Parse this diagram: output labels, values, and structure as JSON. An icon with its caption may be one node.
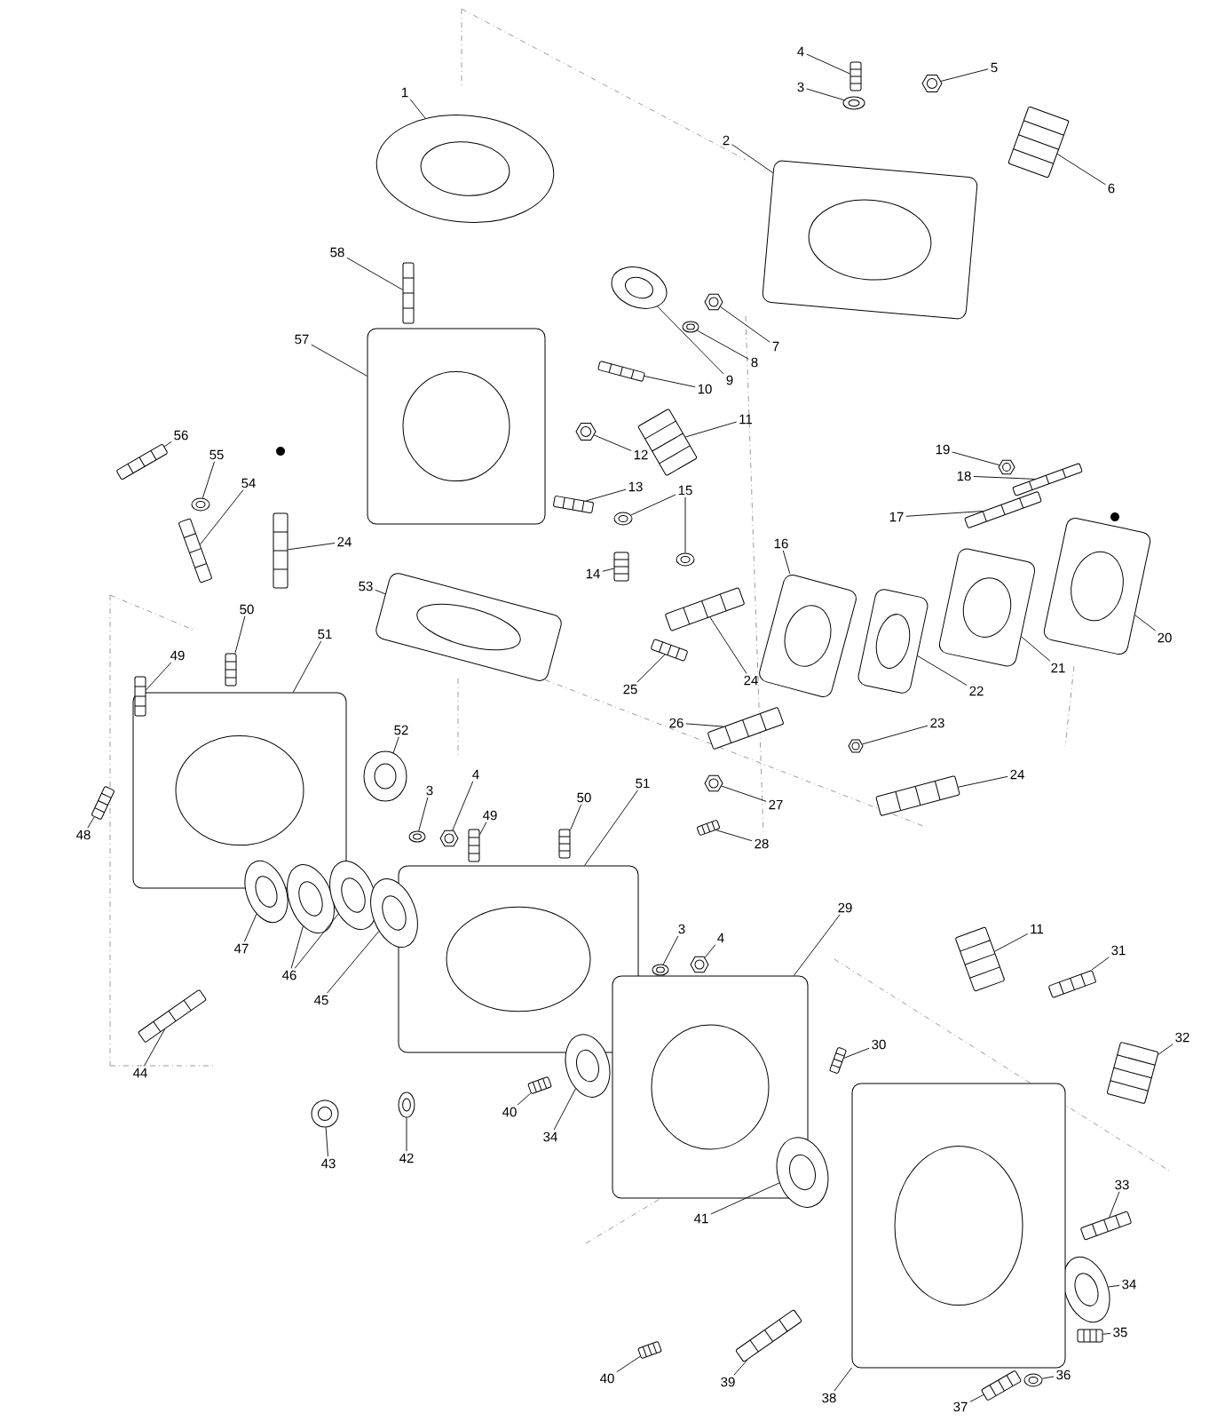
{
  "diagram": {
    "nodes": [
      {
        "text": [
          "4"
        ]
      },
      {
        "text": [
          "5"
        ]
      },
      {
        "text": [
          "3"
        ]
      },
      {
        "text": [
          "1"
        ]
      },
      {
        "text": [
          "2"
        ]
      },
      {
        "text": [
          "6"
        ]
      },
      {
        "text": [
          "58"
        ]
      },
      {
        "text": [
          "57"
        ]
      },
      {
        "text": [
          "7"
        ]
      },
      {
        "text": [
          "8"
        ]
      },
      {
        "text": [
          "9"
        ]
      },
      {
        "text": [
          "10"
        ]
      },
      {
        "text": [
          "11"
        ]
      },
      {
        "text": [
          "56"
        ]
      },
      {
        "text": [
          "19"
        ]
      },
      {
        "text": [
          "55"
        ]
      },
      {
        "text": [
          "12"
        ]
      },
      {
        "text": [
          "18"
        ]
      },
      {
        "text": [
          "54"
        ]
      },
      {
        "text": [
          "13"
        ]
      },
      {
        "text": [
          "15"
        ]
      },
      {
        "text": [
          "17"
        ]
      },
      {
        "text": [
          "24"
        ]
      },
      {
        "text": [
          "16"
        ]
      },
      {
        "text": [
          "14"
        ]
      },
      {
        "text": [
          "53"
        ]
      },
      {
        "text": [
          "50"
        ]
      },
      {
        "text": [
          "51"
        ]
      },
      {
        "text": [
          "20"
        ]
      },
      {
        "text": [
          "49"
        ]
      },
      {
        "text": [
          "21"
        ]
      },
      {
        "text": [
          "24"
        ]
      },
      {
        "text": [
          "25"
        ]
      },
      {
        "text": [
          "22"
        ]
      },
      {
        "text": [
          "26"
        ]
      },
      {
        "text": [
          "23"
        ]
      },
      {
        "text": [
          "52"
        ]
      },
      {
        "text": [
          "24"
        ]
      },
      {
        "text": [
          "4"
        ]
      },
      {
        "text": [
          "51"
        ]
      },
      {
        "text": [
          "3"
        ]
      },
      {
        "text": [
          "50"
        ]
      },
      {
        "text": [
          "27"
        ]
      },
      {
        "text": [
          "49"
        ]
      },
      {
        "text": [
          "48"
        ]
      },
      {
        "text": [
          "28"
        ]
      },
      {
        "text": [
          "29"
        ]
      },
      {
        "text": [
          "3"
        ]
      },
      {
        "text": [
          "4"
        ]
      },
      {
        "text": [
          "11"
        ]
      },
      {
        "text": [
          "47"
        ]
      },
      {
        "text": [
          "31"
        ]
      },
      {
        "text": [
          "46"
        ]
      },
      {
        "text": [
          "45"
        ]
      },
      {
        "text": [
          "32"
        ]
      },
      {
        "text": [
          "30"
        ]
      },
      {
        "text": [
          "44"
        ]
      },
      {
        "text": [
          "40"
        ]
      },
      {
        "text": [
          "34"
        ]
      },
      {
        "text": [
          "42"
        ]
      },
      {
        "text": [
          "43"
        ]
      },
      {
        "text": [
          "33"
        ]
      },
      {
        "text": [
          "41"
        ]
      },
      {
        "text": [
          "34"
        ]
      },
      {
        "text": [
          "35"
        ]
      },
      {
        "text": [
          "36"
        ]
      },
      {
        "text": [
          "40"
        ]
      },
      {
        "text": [
          "39"
        ]
      },
      {
        "text": [
          "38"
        ]
      },
      {
        "text": [
          "37"
        ]
      },
      {
        "text": [],
        "shape": "picture"
      },
      {
        "text": [],
        "shape": "picture"
      },
      {
        "text": [],
        "shape": "picture"
      },
      {
        "text": [],
        "shape": "picture"
      },
      {
        "text": [],
        "shape": "picture"
      },
      {
        "text": [],
        "shape": "picture"
      },
      {
        "text": [],
        "shape": "picture"
      },
      {
        "text": [],
        "shape": "picture"
      },
      {
        "text": [],
        "shape": "picture"
      },
      {
        "text": [],
        "shape": "picture"
      },
      {
        "text": [],
        "shape": "picture"
      },
      {
        "text": [],
        "shape": "picture"
      },
      {
        "text": [],
        "shape": "picture"
      },
      {
        "text": [],
        "shape": "picture"
      },
      {
        "text": [],
        "shape": "picture"
      },
      {
        "text": [],
        "shape": "picture"
      },
      {
        "text": [],
        "shape": "picture"
      },
      {
        "text": [],
        "shape": "picture"
      },
      {
        "text": [],
        "shape": "picture"
      },
      {
        "text": [],
        "shape": "picture"
      },
      {
        "text": [],
        "shape": "picture"
      },
      {
        "text": [],
        "shape": "picture"
      },
      {
        "text": [],
        "shape": "picture"
      },
      {
        "text": [],
        "shape": "picture"
      },
      {
        "text": [],
        "shape": "picture"
      },
      {
        "text": [],
        "shape": "picture"
      },
      {
        "text": [],
        "shape": "picture"
      },
      {
        "text": [],
        "shape": "picture"
      },
      {
        "text": [],
        "shape": "picture"
      },
      {
        "text": [],
        "shape": "picture"
      },
      {
        "text": [],
        "shape": "picture"
      },
      {
        "text": [],
        "shape": "picture"
      },
      {
        "text": [],
        "shape": "picture"
      },
      {
        "text": [],
        "shape": "picture"
      },
      {
        "text": [],
        "shape": "picture"
      },
      {
        "text": [],
        "shape": "picture"
      },
      {
        "text": [],
        "shape": "picture"
      },
      {
        "text": [],
        "shape": "picture"
      },
      {
        "text": [],
        "shape": "picture"
      },
      {
        "text": [],
        "shape": "picture"
      },
      {
        "text": [],
        "shape": "picture"
      },
      {
        "text": [],
        "shape": "picture"
      },
      {
        "text": [],
        "shape": "picture"
      },
      {
        "text": [],
        "shape": "picture"
      },
      {
        "text": [],
        "shape": "picture"
      },
      {
        "text": [],
        "shape": "picture"
      },
      {
        "text": [],
        "shape": "picture"
      },
      {
        "text": [],
        "shape": "picture"
      },
      {
        "text": [],
        "shape": "picture"
      },
      {
        "text": [],
        "shape": "picture"
      },
      {
        "text": [],
        "shape": "picture"
      },
      {
        "text": [],
        "shape": "picture"
      },
      {
        "text": [],
        "shape": "picture"
      },
      {
        "text": [],
        "shape": "picture"
      },
      {
        "text": [],
        "shape": "picture"
      },
      {
        "text": [],
        "shape": "picture"
      },
      {
        "text": [],
        "shape": "picture"
      },
      {
        "text": [],
        "shape": "picture"
      },
      {
        "text": [],
        "shape": "picture"
      },
      {
        "text": [],
        "shape": "picture"
      },
      {
        "text": [],
        "shape": "picture"
      },
      {
        "text": [],
        "shape": "picture"
      },
      {
        "text": [],
        "shape": "picture"
      },
      {
        "text": [],
        "shape": "picture"
      },
      {
        "text": [],
        "shape": "picture"
      },
      {
        "text": [],
        "shape": "picture"
      },
      {
        "text": [],
        "shape": "picture"
      },
      {
        "text": [],
        "shape": "picture"
      },
      {
        "text": [],
        "shape": "picture"
      },
      {
        "text": [],
        "shape": "picture"
      },
      {
        "text": [],
        "shape": "picture"
      },
      {
        "text": [],
        "shape": "picture"
      }
    ],
    "edges": [
      {
        "from": 0,
        "to": 70,
        "arrow": "none"
      },
      {
        "from": 1,
        "to": 71,
        "arrow": "none"
      },
      {
        "from": 2,
        "to": 72,
        "arrow": "none"
      },
      {
        "from": 3,
        "to": 73,
        "arrow": "none"
      },
      {
        "from": 4,
        "to": 74,
        "arrow": "none"
      },
      {
        "from": 5,
        "to": 75,
        "arrow": "none"
      },
      {
        "from": 6,
        "to": 76,
        "arrow": "none"
      },
      {
        "from": 7,
        "to": 77,
        "arrow": "none"
      },
      {
        "from": 8,
        "to": 78,
        "arrow": "none"
      },
      {
        "from": 9,
        "to": 79,
        "arrow": "none"
      },
      {
        "from": 10,
        "to": 80,
        "arrow": "none"
      },
      {
        "from": 11,
        "to": 81,
        "arrow": "none"
      },
      {
        "from": 12,
        "to": 82,
        "arrow": "none"
      },
      {
        "from": 13,
        "to": 83,
        "arrow": "none"
      },
      {
        "from": 14,
        "to": 84,
        "arrow": "none"
      },
      {
        "from": 15,
        "to": 85,
        "arrow": "none"
      },
      {
        "from": 16,
        "to": 86,
        "arrow": "none"
      },
      {
        "from": 17,
        "to": 87,
        "arrow": "none"
      },
      {
        "from": 18,
        "to": 88,
        "arrow": "none"
      },
      {
        "from": 19,
        "to": 89,
        "arrow": "none"
      },
      {
        "from": 20,
        "to": 90,
        "arrow": "none"
      },
      {
        "from": 20,
        "to": 91,
        "arrow": "none"
      },
      {
        "from": 21,
        "to": 92,
        "arrow": "none"
      },
      {
        "from": 22,
        "to": 93,
        "arrow": "none"
      },
      {
        "from": 23,
        "to": 94,
        "arrow": "none"
      },
      {
        "from": 24,
        "to": 95,
        "arrow": "none"
      },
      {
        "from": 25,
        "to": 96,
        "arrow": "none"
      },
      {
        "from": 26,
        "to": 97,
        "arrow": "none"
      },
      {
        "from": 27,
        "to": 98,
        "arrow": "none"
      },
      {
        "from": 28,
        "to": 99,
        "arrow": "none"
      },
      {
        "from": 29,
        "to": 100,
        "arrow": "none"
      },
      {
        "from": 30,
        "to": 101,
        "arrow": "none"
      },
      {
        "from": 31,
        "to": 102,
        "arrow": "none"
      },
      {
        "from": 32,
        "to": 103,
        "arrow": "none"
      },
      {
        "from": 33,
        "to": 104,
        "arrow": "none"
      },
      {
        "from": 34,
        "to": 105,
        "arrow": "none"
      },
      {
        "from": 35,
        "to": 106,
        "arrow": "none"
      },
      {
        "from": 36,
        "to": 107,
        "arrow": "none"
      },
      {
        "from": 37,
        "to": 108,
        "arrow": "none"
      },
      {
        "from": 38,
        "to": 109,
        "arrow": "none"
      },
      {
        "from": 39,
        "to": 110,
        "arrow": "none"
      },
      {
        "from": 40,
        "to": 111,
        "arrow": "none"
      },
      {
        "from": 41,
        "to": 112,
        "arrow": "none"
      },
      {
        "from": 42,
        "to": 113,
        "arrow": "none"
      },
      {
        "from": 43,
        "to": 114,
        "arrow": "none"
      },
      {
        "from": 44,
        "to": 115,
        "arrow": "none"
      },
      {
        "from": 45,
        "to": 116,
        "arrow": "none"
      },
      {
        "from": 46,
        "to": 117,
        "arrow": "none"
      },
      {
        "from": 47,
        "to": 118,
        "arrow": "none"
      },
      {
        "from": 48,
        "to": 119,
        "arrow": "none"
      },
      {
        "from": 49,
        "to": 120,
        "arrow": "none"
      },
      {
        "from": 50,
        "to": 121,
        "arrow": "none"
      },
      {
        "from": 51,
        "to": 122,
        "arrow": "none"
      },
      {
        "from": 52,
        "to": 123,
        "arrow": "none"
      },
      {
        "from": 52,
        "to": 124,
        "arrow": "none"
      },
      {
        "from": 53,
        "to": 125,
        "arrow": "none"
      },
      {
        "from": 54,
        "to": 126,
        "arrow": "none"
      },
      {
        "from": 55,
        "to": 127,
        "arrow": "none"
      },
      {
        "from": 56,
        "to": 128,
        "arrow": "none"
      },
      {
        "from": 57,
        "to": 129,
        "arrow": "none"
      },
      {
        "from": 58,
        "to": 130,
        "arrow": "none"
      },
      {
        "from": 59,
        "to": 131,
        "arrow": "none"
      },
      {
        "from": 60,
        "to": 132,
        "arrow": "none"
      },
      {
        "from": 61,
        "to": 133,
        "arrow": "none"
      },
      {
        "from": 62,
        "to": 134,
        "arrow": "none"
      },
      {
        "from": 63,
        "to": 135,
        "arrow": "none"
      },
      {
        "from": 64,
        "to": 136,
        "arrow": "none"
      },
      {
        "from": 65,
        "to": 137,
        "arrow": "none"
      },
      {
        "from": 66,
        "to": 138,
        "arrow": "none"
      },
      {
        "from": 67,
        "to": 139,
        "arrow": "none"
      },
      {
        "from": 68,
        "to": 140,
        "arrow": "none"
      },
      {
        "from": 69,
        "to": 141,
        "arrow": "none"
      }
    ]
  }
}
